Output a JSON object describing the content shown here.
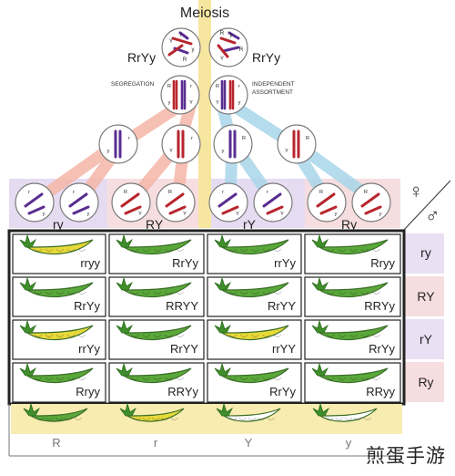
{
  "title": "Meiosis",
  "parent_left": "RrYy",
  "parent_right": "RrYy",
  "segregation_label": "SEGREGATION",
  "independent_label_line1": "INDEPENDENT",
  "independent_label_line2": "ASSORTMENT",
  "gametes": [
    "ry",
    "RY",
    "rY",
    "Ry"
  ],
  "female_symbol": "♀",
  "male_symbol": "♂",
  "row_labels": [
    "ry",
    "RY",
    "rY",
    "Ry"
  ],
  "grid": [
    [
      {
        "g": "rryy",
        "c": "yellow"
      },
      {
        "g": "RrYy",
        "c": "green"
      },
      {
        "g": "rrYy",
        "c": "green"
      },
      {
        "g": "Rryy",
        "c": "green"
      }
    ],
    [
      {
        "g": "RrYy",
        "c": "green"
      },
      {
        "g": "RRYY",
        "c": "green"
      },
      {
        "g": "RrYY",
        "c": "green"
      },
      {
        "g": "RRYy",
        "c": "green"
      }
    ],
    [
      {
        "g": "rrYy",
        "c": "yellow"
      },
      {
        "g": "RrYY",
        "c": "green"
      },
      {
        "g": "rrYY",
        "c": "yellow"
      },
      {
        "g": "RrYy",
        "c": "green"
      }
    ],
    [
      {
        "g": "Rryy",
        "c": "green"
      },
      {
        "g": "RRYy",
        "c": "green"
      },
      {
        "g": "RrYy",
        "c": "green"
      },
      {
        "g": "RRyy",
        "c": "green"
      }
    ]
  ],
  "phenotypes": [
    "R",
    "r",
    "Y",
    "y"
  ],
  "chromosome_letters": {
    "upper_r": "R",
    "lower_r": "r",
    "upper_y": "Y",
    "lower_y": "y"
  },
  "watermark": "煎蛋手游",
  "colors": {
    "pod_green": "#5aa83a",
    "pod_yellow": "#e8d93a",
    "pod_white": "#ffffff",
    "chrom_red": "#b8262e",
    "chrom_purple": "#5a2d91",
    "band_pink": "#f5b7a8",
    "band_blue": "#a9d7ea",
    "band_yellow": "#f7e6a0",
    "bg_lavender": "#e6dcf2",
    "bg_pink": "#f6dde0",
    "bottom_band": "#f8ecb0"
  }
}
